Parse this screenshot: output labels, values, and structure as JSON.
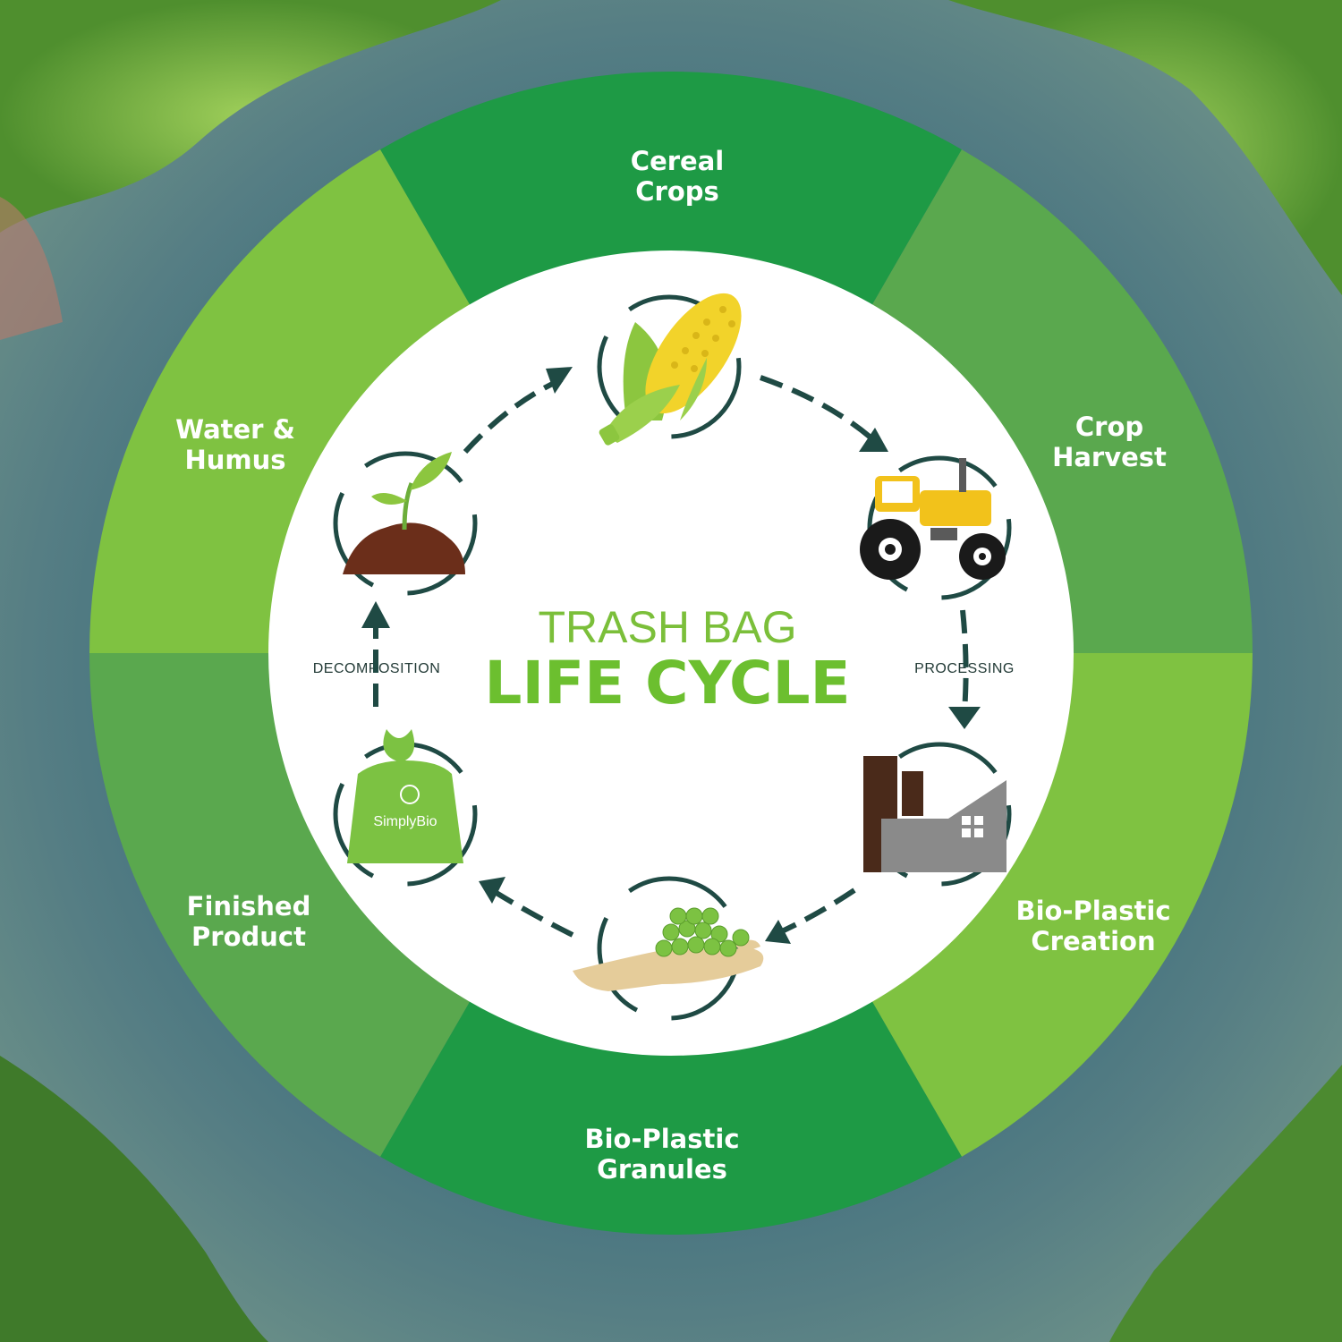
{
  "title": {
    "line1": "TRASH BAG",
    "line2": "LIFE CYCLE"
  },
  "segments": [
    {
      "line1": "Cereal",
      "line2": "Crops"
    },
    {
      "line1": "Crop",
      "line2": "Harvest"
    },
    {
      "line1": "Bio-Plastic",
      "line2": "Creation"
    },
    {
      "line1": "Bio-Plastic",
      "line2": "Granules"
    },
    {
      "line1": "Finished",
      "line2": "Product"
    },
    {
      "line1": "Water &",
      "line2": "Humus"
    }
  ],
  "arrow_labels": {
    "processing": "PROCESSING",
    "decomposition": "DECOMPOSITION"
  },
  "bag_brand": "SimplyBio",
  "icons": [
    "corn-icon",
    "tractor-icon",
    "factory-icon",
    "granules-hand-icon",
    "trash-bag-icon",
    "sprout-soil-icon"
  ],
  "colors": {
    "dark_green": "#1e9a45",
    "mid_green": "#5aa84e",
    "light_green": "#7fc241",
    "arrow": "#1f4a44",
    "title_green": "#6cbf2f"
  }
}
